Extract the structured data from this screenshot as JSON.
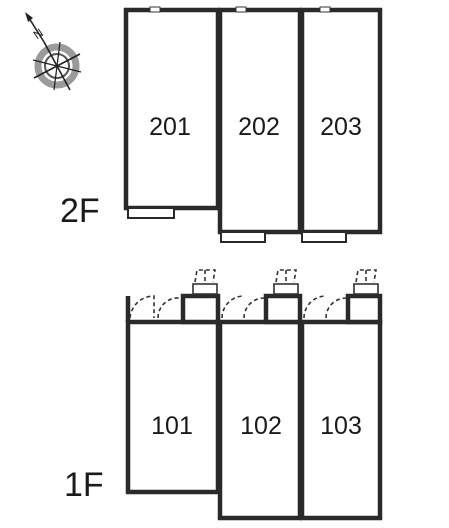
{
  "floors": [
    {
      "label": "2F",
      "units": [
        "201",
        "202",
        "203"
      ]
    },
    {
      "label": "1F",
      "units": [
        "101",
        "102",
        "103"
      ]
    }
  ],
  "compass": {
    "north_label": "N"
  },
  "colors": {
    "wall": "#2a2a2a",
    "background": "#ffffff"
  }
}
